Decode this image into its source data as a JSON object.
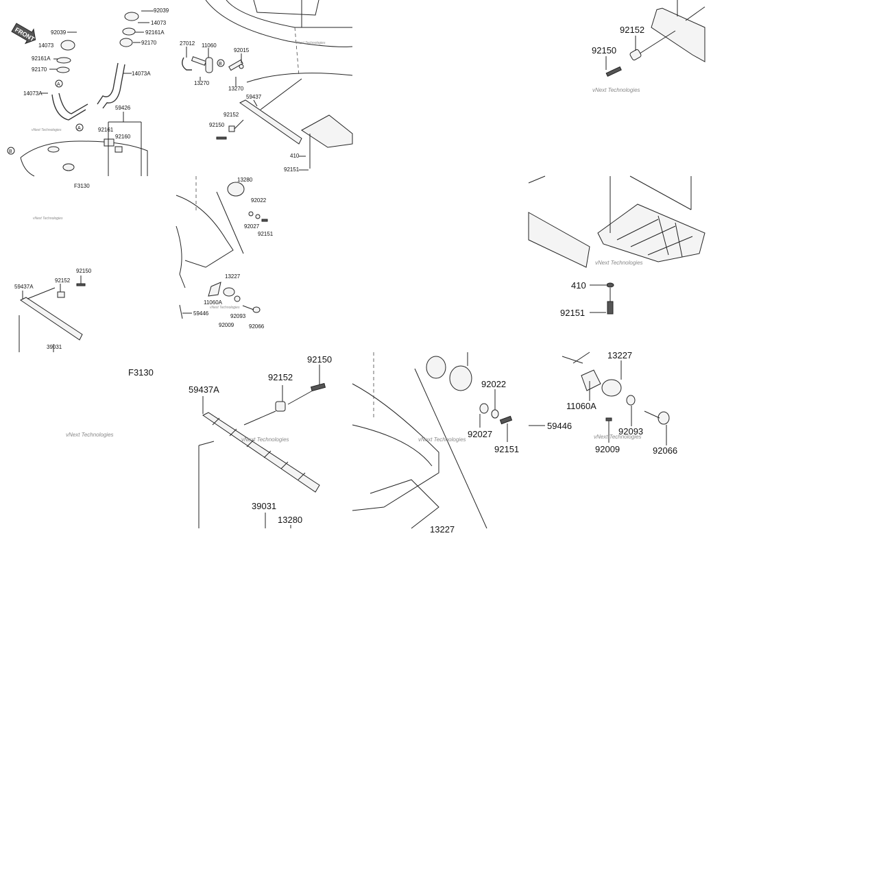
{
  "tiles": {
    "t1": {
      "badge": "FRONT",
      "fig": "F3130",
      "labels": [
        "92039",
        "92039",
        "14073",
        "14073",
        "92161A",
        "92161A",
        "92170",
        "92170",
        "14073A",
        "14073A",
        "A",
        "A",
        "B",
        "59426",
        "92161",
        "92160"
      ],
      "watermark": "vNext Technologies"
    },
    "t2": {
      "labels": [
        "27012",
        "11060",
        "92015",
        "B",
        "13270",
        "13270",
        "59437",
        "92152",
        "92150",
        "410",
        "92151"
      ],
      "watermark": "vNext Technologies"
    },
    "t3": {
      "labels": [
        "92152",
        "92150"
      ],
      "watermark": "vNext Technologies"
    },
    "t4": {
      "labels": [
        "92150",
        "92152",
        "59437A",
        "39031"
      ],
      "watermark": "vNext Technologies"
    },
    "t5": {
      "labels": [
        "13280",
        "92022",
        "92027",
        "92151",
        "13227",
        "11060A",
        "59446",
        "92093",
        "92009",
        "92066"
      ],
      "watermark": "vNext Technologies"
    },
    "t6": {
      "labels": [
        "410",
        "92151"
      ],
      "watermark": "vNext Technologies"
    },
    "t7": {
      "fig": "F3130",
      "watermark": "vNext Technologies"
    },
    "t8": {
      "labels": [
        "92150",
        "92152",
        "59437A",
        "39031",
        "13280"
      ],
      "watermark": "vNext Technologies"
    },
    "t9": {
      "labels": [
        "92022",
        "92027",
        "92151",
        "13227"
      ],
      "watermark": "vNext Technologies"
    },
    "t10": {
      "labels": [
        "13227",
        "11060A",
        "59446",
        "92093",
        "92009",
        "92066"
      ],
      "watermark": "vNext Technologies"
    }
  }
}
